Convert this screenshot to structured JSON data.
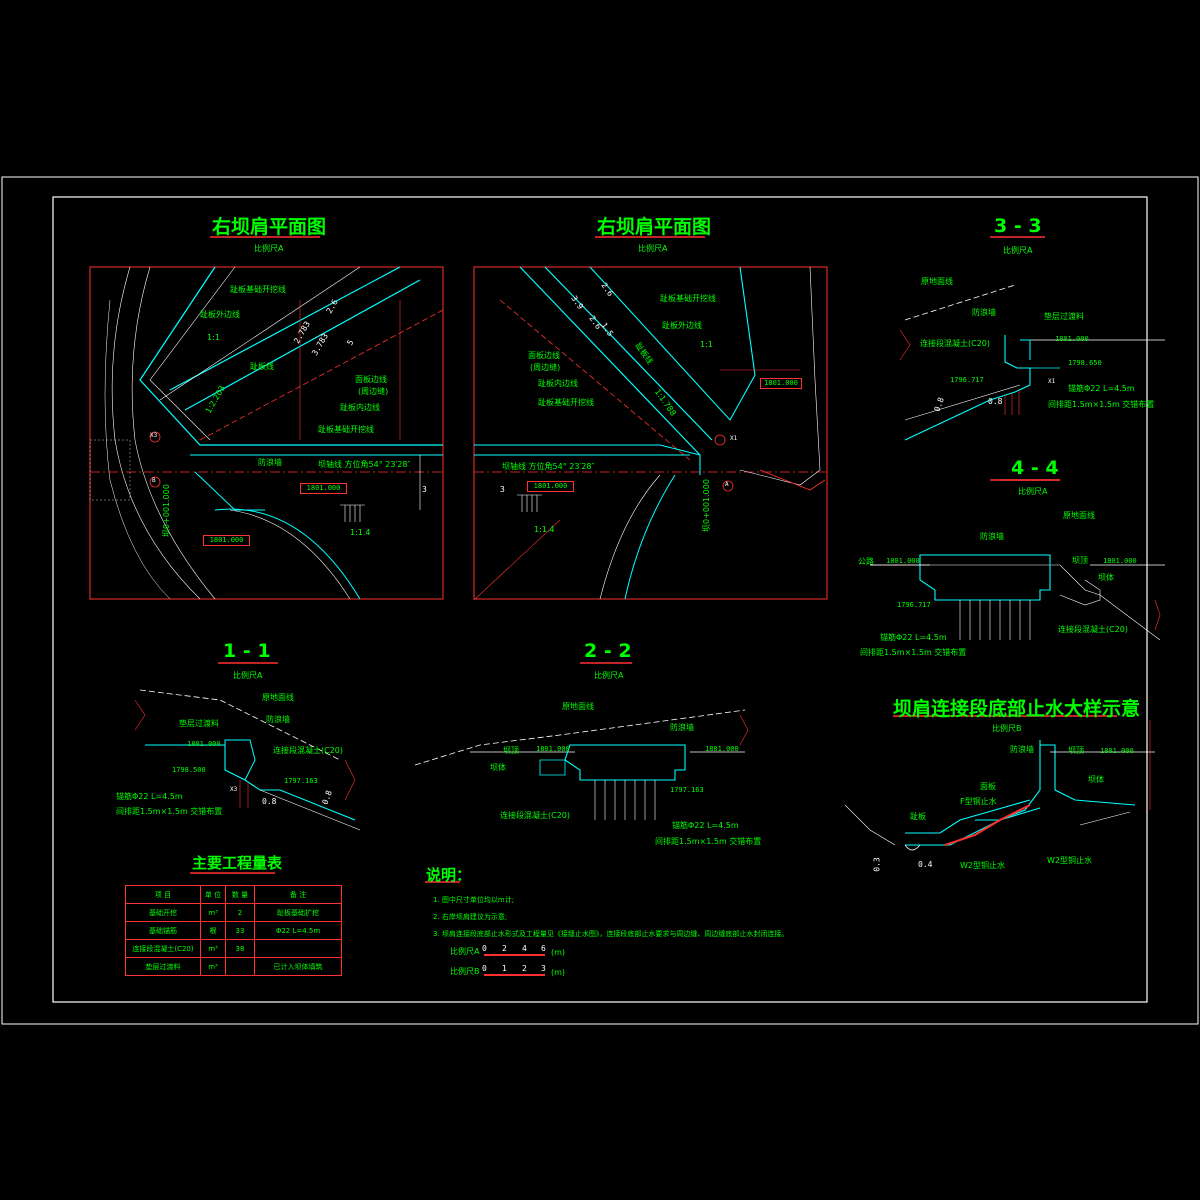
{
  "titles": {
    "plan_left": "右坝肩平面图",
    "plan_right": "右坝肩平面图",
    "sec33": "3 - 3",
    "sec44": "4 - 4",
    "sec11": "1 - 1",
    "sec22": "2 - 2",
    "detail": "坝肩连接段底部止水大样示意",
    "table": "主要工程量表",
    "notes": "说明："
  },
  "scales": {
    "a": "比例尺A",
    "b": "比例尺B"
  },
  "plan_left": {
    "labels": [
      "趾板基础开挖线",
      "趾板外边线",
      "1:1",
      "趾板线",
      "面板边线",
      "(周边缝)",
      "趾板内边线",
      "趾板基础开挖线",
      "防浪墙",
      "坝轴线 方位角54° 23′28″"
    ],
    "elev_box": "1801.000",
    "elev_box2": "1801.000",
    "slope": "1:1.4",
    "slope2": "1:2.203",
    "dims": [
      "2.6",
      "3",
      "2.783",
      "3.783",
      "5"
    ],
    "station": "坝0+001.000",
    "markers": [
      "B",
      "X3"
    ]
  },
  "plan_right": {
    "labels": [
      "趾板基础开挖线",
      "趾板外边线",
      "面板边线",
      "(周边缝)",
      "趾板内边线",
      "趾板基础开挖线",
      "1:1",
      "趾板线",
      "坝轴线 方位角54° 23′28″"
    ],
    "elev_box": "1801.000",
    "elev_box2": "1801.000",
    "slope": "1:1.4",
    "slope2": "1:1.788",
    "dims": [
      "2.6",
      "2.6",
      "1.5",
      "3.9",
      "3"
    ],
    "station": "坝0+001.000",
    "markers": [
      "A",
      "X1"
    ]
  },
  "sec33": {
    "labels": [
      "原地面线",
      "防浪墙",
      "垫层过渡料",
      "连接段混凝土(C20)",
      "锚筋Φ22 L=4.5m",
      "间排距1.5m×1.5m 交错布置"
    ],
    "elevs": [
      "1801.000",
      "1798.650",
      "1796.717"
    ],
    "dims": [
      "0.8",
      "0.8"
    ],
    "marker": "X1"
  },
  "sec44": {
    "labels": [
      "原地面线",
      "防浪墙",
      "坝顶",
      "坝体",
      "连接段混凝土(C20)",
      "锚筋Φ22 L=4.5m",
      "间排距1.5m×1.5m 交错布置"
    ],
    "road": "公路",
    "elevs": [
      "1801.000",
      "1801.000",
      "1796.717"
    ]
  },
  "sec11": {
    "labels": [
      "原地面线",
      "垫层过渡料",
      "防浪墙",
      "连接段混凝土(C20)",
      "锚筋Φ22 L=4.5m",
      "间排距1.5m×1.5m 交错布置"
    ],
    "elevs": [
      "1801.000",
      "1798.500",
      "1797.163"
    ],
    "dims": [
      "0.8",
      "0.8"
    ],
    "marker": "X3"
  },
  "sec22": {
    "labels": [
      "原地面线",
      "防浪墙",
      "坝顶",
      "坝体",
      "连接段混凝土(C20)",
      "锚筋Φ22 L=4.5m",
      "间排距1.5m×1.5m 交错布置"
    ],
    "elevs": [
      "1801.000",
      "1801.000",
      "1797.163"
    ]
  },
  "detail": {
    "labels": [
      "防浪墙",
      "坝顶",
      "坝体",
      "面板",
      "F型铜止水",
      "趾板",
      "W2型铜止水",
      "W2型铜止水"
    ],
    "elev": "1801.000",
    "dims": [
      "0.3",
      "0.4"
    ]
  },
  "table": {
    "headers": [
      "项  目",
      "单 位",
      "数 量",
      "备  注"
    ],
    "rows": [
      [
        "基础开挖",
        "m³",
        "2",
        "趾板基础扩挖"
      ],
      [
        "基础锚筋",
        "根",
        "33",
        "Φ22 L=4.5m"
      ],
      [
        "连接段混凝土(C20)",
        "m³",
        "38",
        ""
      ],
      [
        "垫层过渡料",
        "m³",
        "",
        "已计入坝体填筑"
      ]
    ]
  },
  "notes": {
    "lines": [
      "1. 图中尺寸单位均以m计;",
      "2. 右岸坝肩建议为示意;",
      "3. 坝肩连接段底部止水形式及工程量见《接缝止水图》，连接段底部止水要求与周边缝、周边缝底部止水封闭连接。"
    ],
    "scale_a_label": "比例尺A",
    "scale_a_ticks": [
      "0",
      "2",
      "4",
      "6"
    ],
    "scale_b_label": "比例尺B",
    "scale_b_ticks": [
      "0",
      "1",
      "2",
      "3"
    ],
    "unit": "(m)"
  },
  "colors": {
    "line_red": "#ff3030",
    "line_cyan": "#00ffff",
    "text_green": "#00ff00",
    "text_white": "#ffffff"
  }
}
